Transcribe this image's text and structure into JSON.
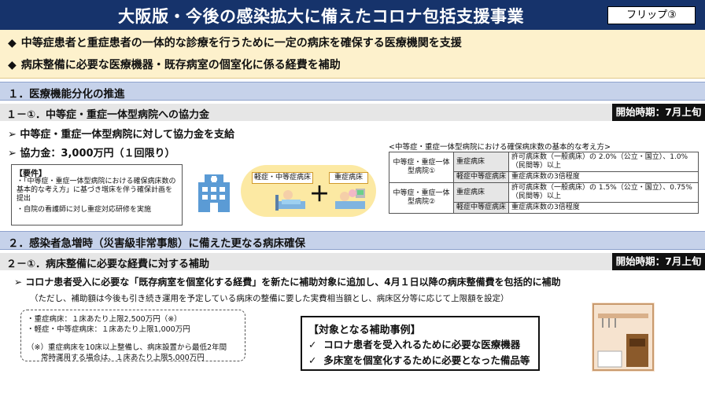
{
  "header": {
    "title": "大阪版・今後の感染拡大に備えたコロナ包括支援事業",
    "flip_label": "フリップ③"
  },
  "summary": {
    "bullets": [
      "中等症患者と重症患者の一体的な診療を行うために一定の病床を確保する医療機関を支援",
      "病床整備に必要な医療機器・既存病室の個室化に係る経費を補助"
    ],
    "bullet_symbol": "◆"
  },
  "section1": {
    "title": "１．医療機能分化の推進",
    "sub_title": "１－①．中等症・重症一体型病院への協力金",
    "start": "開始時期：7月上旬",
    "lines": [
      "中等症・重症一体型病院に対して協力金を支給",
      "協力金：3,000万円（１回限り）"
    ],
    "requirements": {
      "title": "【要件】",
      "items": [
        "・「中等症・重症一体型病院における確保病床数の基本的な考え方」に基づき増床を伴う確保計画を提出",
        "・自院の看護師に対し重症対応研修を実施"
      ]
    },
    "illustration": {
      "tag_mild": "軽症・中等症病床",
      "tag_severe": "重症病床",
      "plus": "＋"
    },
    "table": {
      "caption": "<中等症・重症一体型病院における確保病床数の基本的な考え方>",
      "rows": [
        {
          "group": "中等症・重症一体型病院①",
          "category": "重症病床",
          "detail": "許可病床数（一般病床）の 2.0%（公立・国立）、1.0%（民間等）以上"
        },
        {
          "group": "",
          "category": "軽症中等症病床",
          "detail": "重症病床数の3倍程度"
        },
        {
          "group": "中等症・重症一体型病院②",
          "category": "重症病床",
          "detail": "許可病床数（一般病床）の 1.5%（公立・国立）、0.75%（民間等）以上"
        },
        {
          "group": "",
          "category": "軽症中等症病床",
          "detail": "重症病床数の3倍程度"
        }
      ]
    }
  },
  "section2": {
    "title": "２．感染者急増時（災害級非常事態）に備えた更なる病床確保",
    "sub_title": "２－①．病床整備に必要な経費に対する補助",
    "start": "開始時期：7月上旬",
    "main_line": "コロナ患者受入に必要な「既存病室を個室化する経費」を新たに補助対象に追加し、4月１日以降の病床整備費を包括的に補助",
    "note_line": "（ただし、補助額は今後も引き続き運用を予定している病床の整備に要した実費相当額とし、病床区分等に応じて上限額を設定）",
    "limits": [
      "・重症病床：１床あたり上限2,500万円（※）",
      "・軽症・中等症病床：１床あたり上限1,000万円"
    ],
    "footnote": [
      "（※）重症病床を10床以上整備し、病床設置から最低2年間",
      "常時運用する場合は、１床あたり上限5,000万円"
    ],
    "cases": {
      "title": "【対象となる補助事例】",
      "items": [
        "コロナ患者を受入れるために必要な医療機器",
        "多床室を個室化するために必要となった備品等"
      ],
      "check": "✓"
    }
  },
  "colors": {
    "title_bg": "#16336b",
    "bullet_bg": "#fdf1cc",
    "section_bg": "#c6d2ea",
    "sub_bg": "#e6e6e6",
    "badge_bg": "#111111",
    "accent_underline": "#c00000"
  }
}
